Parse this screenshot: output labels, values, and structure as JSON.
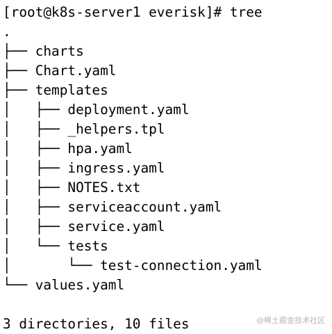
{
  "terminal": {
    "prompt_line": "[root@k8s-server1 everisk]# tree",
    "root_dot": ".",
    "tree_lines": [
      "├── charts",
      "├── Chart.yaml",
      "├── templates",
      "│   ├── deployment.yaml",
      "│   ├── _helpers.tpl",
      "│   ├── hpa.yaml",
      "│   ├── ingress.yaml",
      "│   ├── NOTES.txt",
      "│   ├── serviceaccount.yaml",
      "│   ├── service.yaml",
      "│   └── tests",
      "│       └── test-connection.yaml",
      "└── values.yaml"
    ],
    "blank_line": "",
    "summary": "3 directories, 10 files"
  },
  "watermark": "@稀土掘金技术社区"
}
